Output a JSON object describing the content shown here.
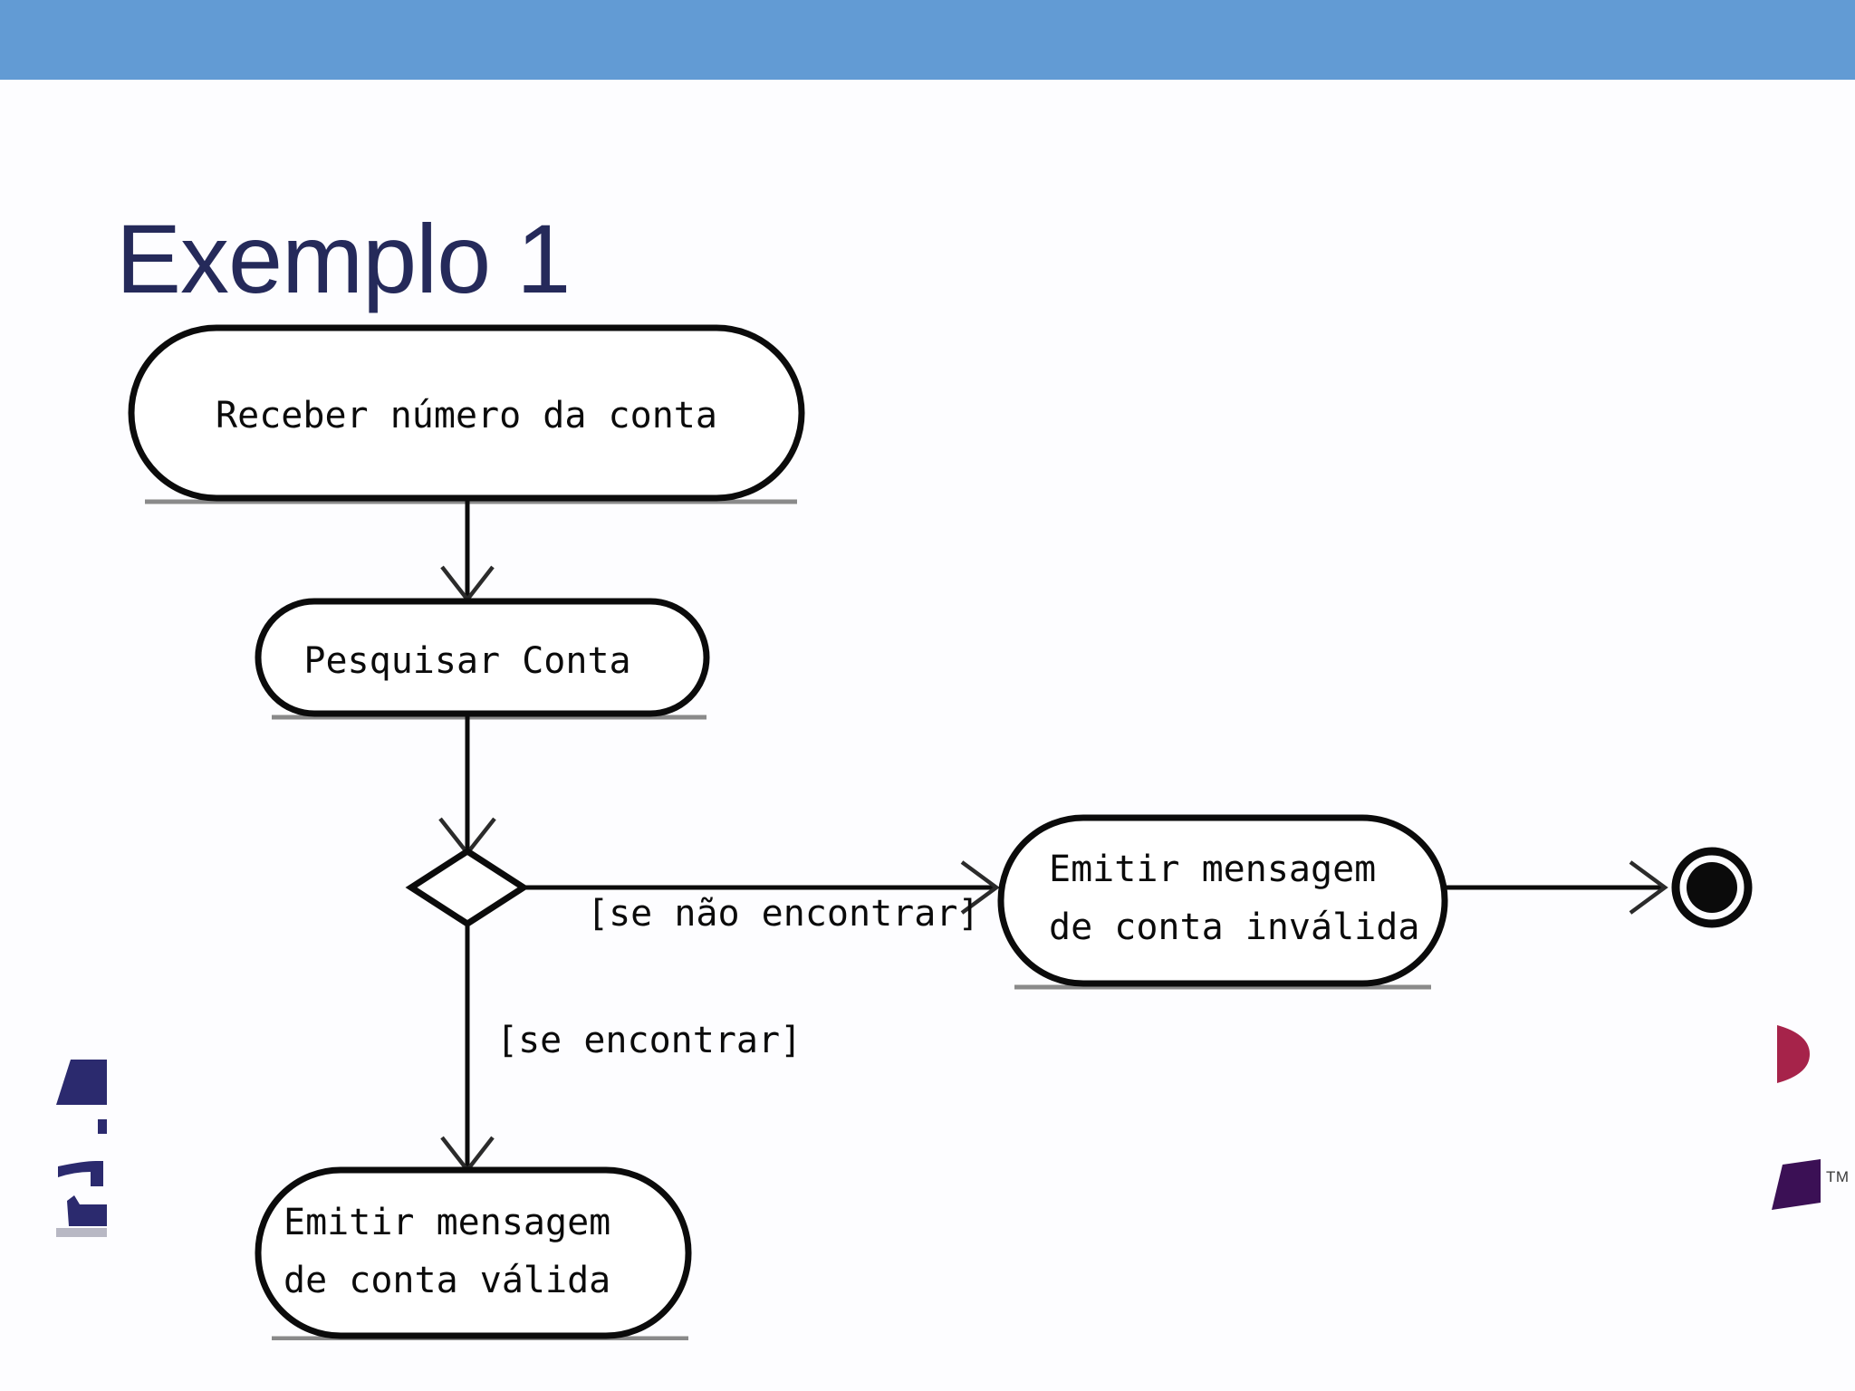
{
  "slide": {
    "title": "Exemplo 1",
    "header_color": "#629BD4",
    "title_color": "#252A5A",
    "background_color": "#FDFDFF"
  },
  "diagram": {
    "type": "uml-activity-diagram",
    "nodes": {
      "receive_account_number": "Receber número da conta",
      "search_account": "Pesquisar Conta",
      "emit_invalid_message_line1": "Emitir mensagem",
      "emit_invalid_message_line2": "de conta inválida",
      "emit_valid_message_line1": "Emitir mensagem",
      "emit_valid_message_line2": "de conta válida"
    },
    "guards": {
      "not_found": "[se não encontrar]",
      "found": "[se encontrar]"
    },
    "final_node": "final-state",
    "decision_node": "decision-diamond"
  },
  "branding": {
    "trademark": "TM",
    "crimson_color": "#A6234A",
    "purple_color": "#3B1055",
    "navy_color": "#2B2A6E"
  }
}
